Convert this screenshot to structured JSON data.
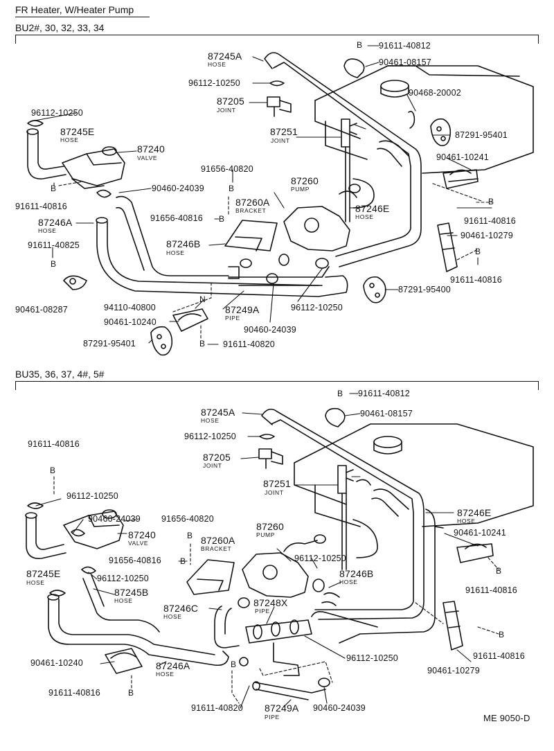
{
  "header": {
    "title": "FR Heater, W/Heater Pump",
    "section1": "BU2#, 30, 32, 33, 34",
    "section2": "BU35, 36, 37, 4#, 5#"
  },
  "symbols": {
    "b": "B",
    "n": "N"
  },
  "callouts1": {
    "p_87245A": "87245A",
    "d_hose_a": "HOSE",
    "p_91611_40812": "91611-40812",
    "p_90461_08157": "90461-08157",
    "p_96112_10250a": "96112-10250",
    "p_87205": "87205",
    "d_joint_a": "JOINT",
    "p_90468_20002": "90468-20002",
    "p_96112_10250b": "96112-10250",
    "p_87251": "87251",
    "d_joint_b": "JOINT",
    "p_87291_95401a": "87291-95401",
    "p_87245E": "87245E",
    "d_hose_e": "HOSE",
    "p_87240": "87240",
    "d_valve": "VALVE",
    "p_90461_10241": "90461-10241",
    "p_91656_40820": "91656-40820",
    "p_87260": "87260",
    "d_pump": "PUMP",
    "p_90460_24039a": "90460-24039",
    "p_91611_40816a": "91611-40816",
    "p_87260A": "87260A",
    "d_bracket": "BRACKET",
    "p_87246E": "87246E",
    "d_hose_e2": "HOSE",
    "p_91611_40816b": "91611-40816",
    "p_87246A": "87246A",
    "d_hose_a2": "HOSE",
    "p_91656_40816": "91656-40816",
    "p_91611_40825": "91611-40825",
    "p_87246B": "87246B",
    "d_hose_b": "HOSE",
    "p_90461_10279": "90461-10279",
    "p_91611_40816c": "91611-40816",
    "p_90461_08287": "90461-08287",
    "p_87291_95400": "87291-95400",
    "p_94110_40800": "94110-40800",
    "p_87249A": "87249A",
    "d_pipe": "PIPE",
    "p_96112_10250c": "96112-10250",
    "p_90461_10240": "90461-10240",
    "p_90460_24039b": "90460-24039",
    "p_87291_95401b": "87291-95401",
    "p_91611_40820": "91611-40820"
  },
  "callouts2": {
    "p_91611_40812": "91611-40812",
    "p_87245A": "87245A",
    "d_hose_a": "HOSE",
    "p_90461_08157": "90461-08157",
    "p_96112_10250a": "96112-10250",
    "p_91611_40816a": "91611-40816",
    "p_87205": "87205",
    "d_joint_a": "JOINT",
    "p_87251": "87251",
    "d_joint_b": "JOINT",
    "p_96112_10250b": "96112-10250",
    "p_87246E": "87246E",
    "d_hose_e": "HOSE",
    "p_90460_24039a": "90460-24039",
    "p_91656_40820": "91656-40820",
    "p_87260": "87260",
    "d_pump": "PUMP",
    "p_90461_10241": "90461-10241",
    "p_87240": "87240",
    "d_valve": "VALVE",
    "p_87260A": "87260A",
    "d_bracket": "BRACKET",
    "p_91656_40816": "91656-40816",
    "p_96112_10250c": "96112-10250",
    "p_91611_40816b": "91611-40816",
    "p_87245E": "87245E",
    "d_hose_e2": "HOSE",
    "p_96112_10250d": "96112-10250",
    "p_87245B": "87245B",
    "d_hose_b": "HOSE",
    "p_87246B": "87246B",
    "d_hose_b2": "HOSE",
    "p_87246C": "87246C",
    "d_hose_c": "HOSE",
    "p_87248X": "87248X",
    "d_pipe_x": "PIPE",
    "p_91611_40816c": "91611-40816",
    "p_96112_10250e": "96112-10250",
    "p_90461_10240": "90461-10240",
    "p_87246A": "87246A",
    "d_hose_a2": "HOSE",
    "p_90461_10279": "90461-10279",
    "p_91611_40816d": "91611-40816",
    "p_91611_40820": "91611-40820",
    "p_87249A": "87249A",
    "d_pipe_a": "PIPE",
    "p_90460_24039b": "90460-24039"
  },
  "footer": {
    "code": "ME 9050-D"
  }
}
